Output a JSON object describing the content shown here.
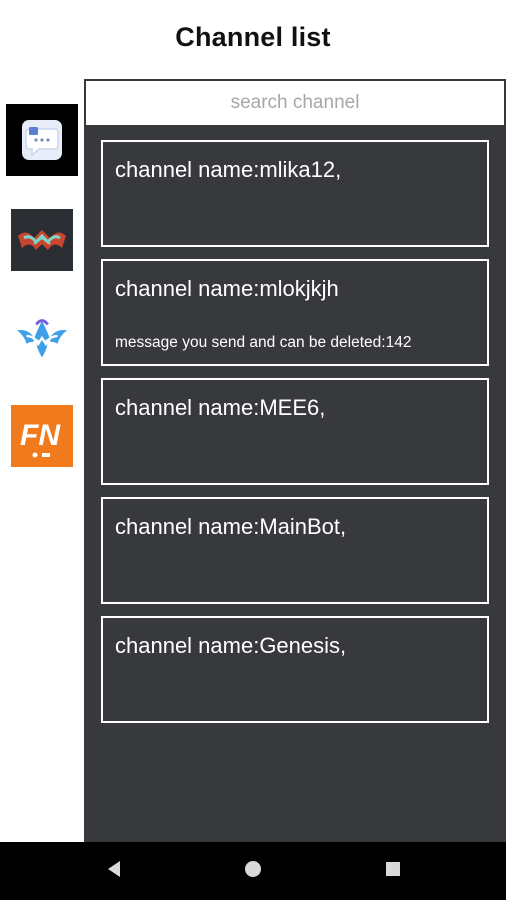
{
  "header": {
    "title": "Channel list"
  },
  "servers": [
    {
      "icon": "chat-bubble-icon",
      "selected": true
    },
    {
      "icon": "warframe-logo-icon",
      "selected": false
    },
    {
      "icon": "blue-emblem-icon",
      "selected": false
    },
    {
      "icon": "fn-logo-icon",
      "selected": false
    }
  ],
  "search": {
    "placeholder": "search channel",
    "value": ""
  },
  "channels": [
    {
      "name": "channel name:mlika12,",
      "sub": ""
    },
    {
      "name": "channel name:mlokjkjh",
      "sub": "message you send and can be deleted:142"
    },
    {
      "name": "channel name:MEE6,",
      "sub": ""
    },
    {
      "name": "channel name:MainBot,",
      "sub": ""
    },
    {
      "name": "channel name:Genesis,",
      "sub": ""
    }
  ],
  "colors": {
    "panel": "#37393d",
    "card_border": "#ffffff",
    "navbar": "#000000",
    "placeholder": "#a7a7a7"
  },
  "navbar": {
    "back_icon": "back-triangle-icon",
    "home_icon": "home-circle-icon",
    "recents_icon": "recents-square-icon"
  }
}
